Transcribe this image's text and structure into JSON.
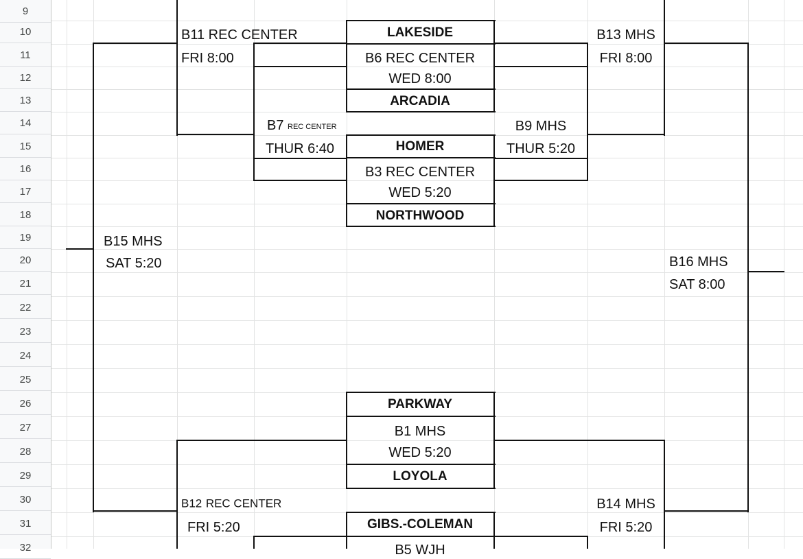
{
  "row_numbers": [
    "9",
    "10",
    "11",
    "12",
    "13",
    "14",
    "15",
    "16",
    "17",
    "18",
    "19",
    "20",
    "21",
    "22",
    "23",
    "24",
    "25",
    "26",
    "27",
    "28",
    "29",
    "30",
    "31",
    "32"
  ],
  "games": {
    "b11": {
      "label": "B11 REC CENTER",
      "time": "FRI 8:00"
    },
    "b6": {
      "label": "B6 REC CENTER",
      "time": "WED 8:00"
    },
    "b13": {
      "label": "B13 MHS",
      "time": "FRI 8:00"
    },
    "b7": {
      "label": "B7",
      "venue": "REC CENTER",
      "time": "THUR 6:40"
    },
    "b9": {
      "label": "B9 MHS",
      "time": "THUR 5:20"
    },
    "b3": {
      "label": "B3 REC CENTER",
      "time": "WED 5:20"
    },
    "b15": {
      "label": "B15 MHS",
      "time": "SAT 5:20"
    },
    "b16": {
      "label": "B16 MHS",
      "time": "SAT 8:00"
    },
    "b1": {
      "label": "B1 MHS",
      "time": "WED 5:20"
    },
    "b12": {
      "label": "B12",
      "venue": "REC CENTER",
      "time": "FRI 5:20"
    },
    "b14": {
      "label": "B14 MHS",
      "time": "FRI 5:20"
    },
    "b5": {
      "label": "B5 WJH"
    }
  },
  "teams": {
    "lakeside": "LAKESIDE",
    "arcadia": "ARCADIA",
    "homer": "HOMER",
    "northwood": "NORTHWOOD",
    "parkway": "PARKWAY",
    "loyola": "LOYOLA",
    "gibs_coleman": "GIBS.-COLEMAN"
  }
}
